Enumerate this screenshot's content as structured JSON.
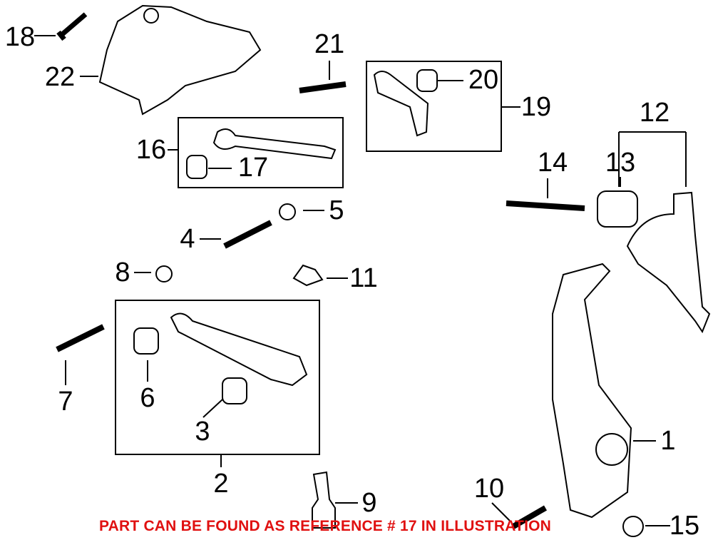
{
  "callouts": [
    {
      "id": "18",
      "label": "18"
    },
    {
      "id": "22",
      "label": "22"
    },
    {
      "id": "21",
      "label": "21"
    },
    {
      "id": "20",
      "label": "20"
    },
    {
      "id": "19",
      "label": "19"
    },
    {
      "id": "16",
      "label": "16"
    },
    {
      "id": "17",
      "label": "17"
    },
    {
      "id": "12",
      "label": "12"
    },
    {
      "id": "13",
      "label": "13"
    },
    {
      "id": "14",
      "label": "14"
    },
    {
      "id": "5",
      "label": "5"
    },
    {
      "id": "4",
      "label": "4"
    },
    {
      "id": "8",
      "label": "8"
    },
    {
      "id": "11",
      "label": "11"
    },
    {
      "id": "7",
      "label": "7"
    },
    {
      "id": "6",
      "label": "6"
    },
    {
      "id": "3",
      "label": "3"
    },
    {
      "id": "2",
      "label": "2"
    },
    {
      "id": "1",
      "label": "1"
    },
    {
      "id": "9",
      "label": "9"
    },
    {
      "id": "10",
      "label": "10"
    },
    {
      "id": "15",
      "label": "15"
    }
  ],
  "note": "PART CAN BE FOUND AS REFERENCE # 17 IN ILLUSTRATION",
  "colors": {
    "note": "#e01010",
    "lines": "#000000"
  }
}
